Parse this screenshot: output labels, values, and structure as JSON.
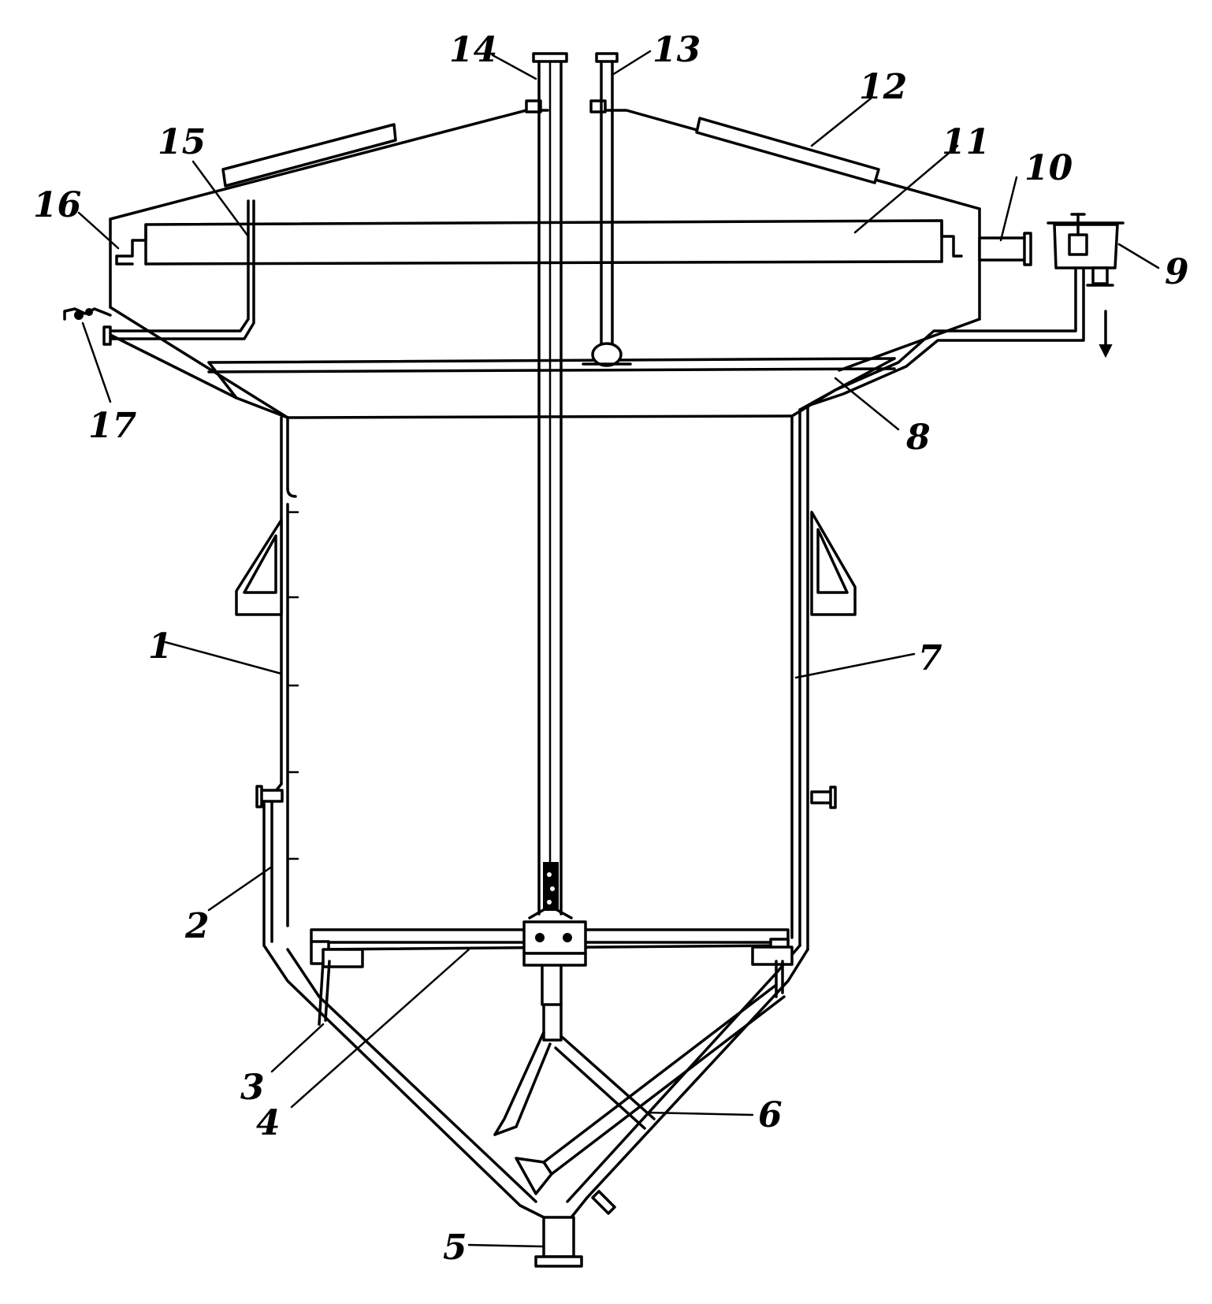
{
  "labels": {
    "l1": "1",
    "l2": "2",
    "l3": "3",
    "l4": "4",
    "l5": "5",
    "l6": "6",
    "l7": "7",
    "l8": "8",
    "l9": "9",
    "l10": "10",
    "l11": "11",
    "l12": "12",
    "l13": "13",
    "l14": "14",
    "l15": "15",
    "l16": "16",
    "l17": "17"
  },
  "colors": {
    "stroke": "#000000",
    "background": "#ffffff"
  }
}
